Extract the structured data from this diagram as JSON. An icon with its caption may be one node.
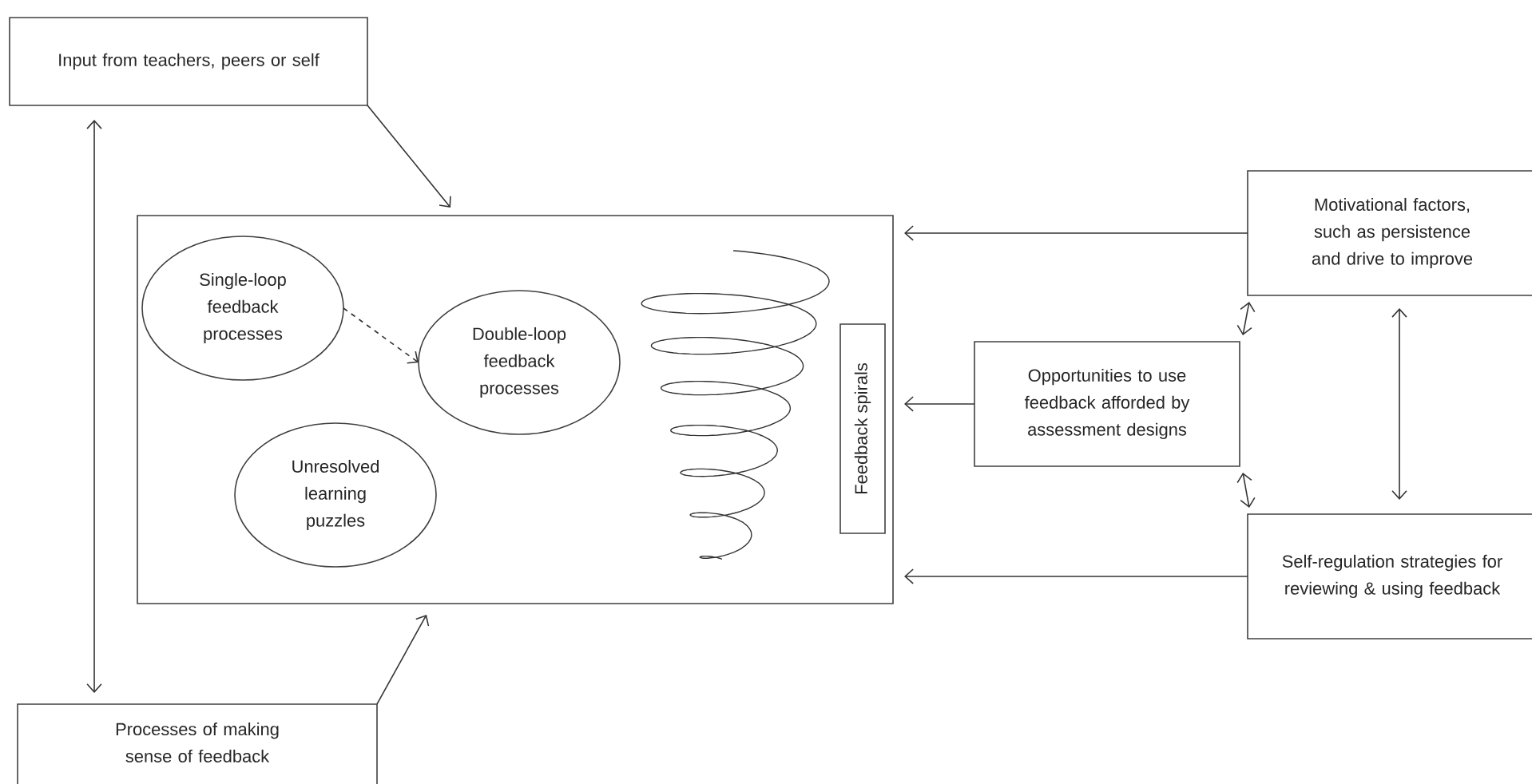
{
  "diagram": {
    "nodes": [
      {
        "text": [
          "Input from teachers, peers or self"
        ]
      },
      {
        "text": [],
        "shape": "box"
      },
      {
        "text": [
          "Single-loop feedback processes"
        ],
        "in": 1
      },
      {
        "text": [
          "Double-loop feedback processes"
        ],
        "in": 1
      },
      {
        "text": [
          "Unresolved learning puzzles"
        ],
        "in": 1
      },
      {
        "text": [
          "Feedback spirals"
        ],
        "in": 1
      },
      {
        "text": [
          "Motivational factors, such as persistence and drive to improve"
        ]
      },
      {
        "text": [
          "Opportunities to use feedback afforded by assessment designs"
        ]
      },
      {
        "text": [
          "Self-regulation strategies for reviewing & using feedback"
        ]
      },
      {
        "text": [
          "Processes of making sense of feedback"
        ]
      }
    ],
    "edges": [
      {
        "from": 0,
        "to": 1,
        "arrow": "to"
      },
      {
        "from": 9,
        "to": 1,
        "arrow": "to"
      },
      {
        "from": 0,
        "to": 9,
        "arrow": "both"
      },
      {
        "from": 2,
        "to": 3,
        "arrow": "to",
        "style": "dashed"
      },
      {
        "from": 6,
        "to": 1,
        "arrow": "to"
      },
      {
        "from": 7,
        "to": 1,
        "arrow": "to"
      },
      {
        "from": 8,
        "to": 1,
        "arrow": "to"
      },
      {
        "from": 6,
        "to": 7,
        "arrow": "both"
      },
      {
        "from": 7,
        "to": 8,
        "arrow": "both"
      },
      {
        "from": 6,
        "to": 8,
        "arrow": "both"
      }
    ]
  }
}
